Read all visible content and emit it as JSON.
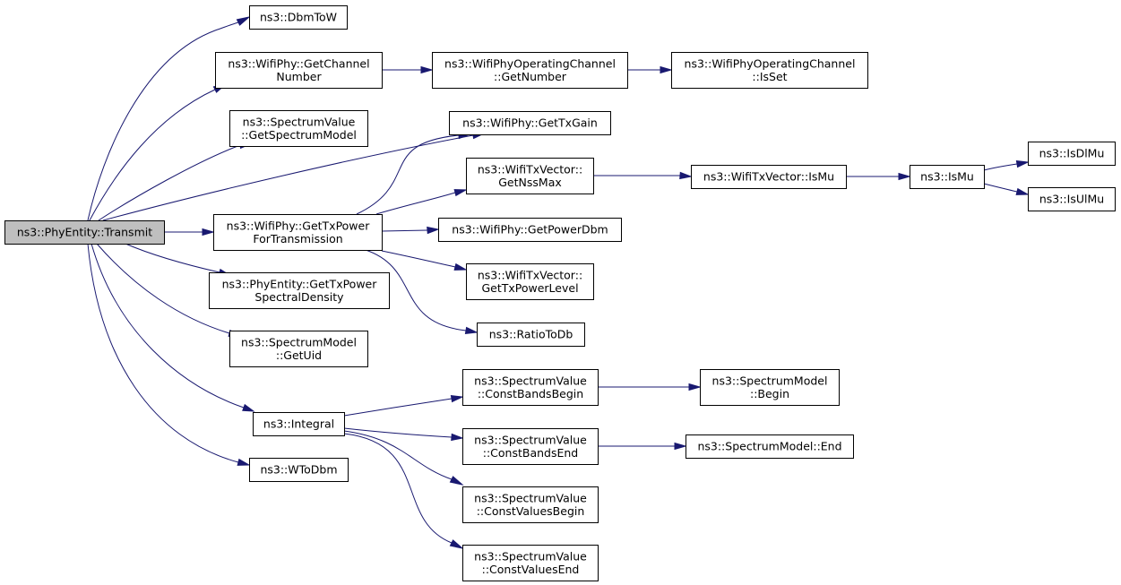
{
  "graph": {
    "edge_color": "#191970",
    "root_fill": "#bfbfbf",
    "nodes": [
      {
        "id": "transmit",
        "lines": [
          "ns3::PhyEntity::Transmit"
        ],
        "root": true
      },
      {
        "id": "dbmtow",
        "lines": [
          "ns3::DbmToW"
        ]
      },
      {
        "id": "getchannelnumber",
        "lines": [
          "ns3::WifiPhy::GetChannel",
          "Number"
        ]
      },
      {
        "id": "opch-getnumber",
        "lines": [
          "ns3::WifiPhyOperatingChannel",
          "::GetNumber"
        ]
      },
      {
        "id": "opch-isset",
        "lines": [
          "ns3::WifiPhyOperatingChannel",
          "::IsSet"
        ]
      },
      {
        "id": "getspectrummodel",
        "lines": [
          "ns3::SpectrumValue",
          "::GetSpectrumModel"
        ]
      },
      {
        "id": "gettxgain",
        "lines": [
          "ns3::WifiPhy::GetTxGain"
        ]
      },
      {
        "id": "getnssmax",
        "lines": [
          "ns3::WifiTxVector::",
          "GetNssMax"
        ]
      },
      {
        "id": "txvector-ismu",
        "lines": [
          "ns3::WifiTxVector::IsMu"
        ]
      },
      {
        "id": "ismu",
        "lines": [
          "ns3::IsMu"
        ]
      },
      {
        "id": "isdlmu",
        "lines": [
          "ns3::IsDlMu"
        ]
      },
      {
        "id": "isulmu",
        "lines": [
          "ns3::IsUlMu"
        ]
      },
      {
        "id": "gettxpowerfortx",
        "lines": [
          "ns3::WifiPhy::GetTxPower",
          "ForTransmission"
        ]
      },
      {
        "id": "getpowerdbm",
        "lines": [
          "ns3::WifiPhy::GetPowerDbm"
        ]
      },
      {
        "id": "gettxpowerlevel",
        "lines": [
          "ns3::WifiTxVector::",
          "GetTxPowerLevel"
        ]
      },
      {
        "id": "ratiotodb",
        "lines": [
          "ns3::RatioToDb"
        ]
      },
      {
        "id": "gettxpowerpsd",
        "lines": [
          "ns3::PhyEntity::GetTxPower",
          "SpectralDensity"
        ]
      },
      {
        "id": "getuid",
        "lines": [
          "ns3::SpectrumModel",
          "::GetUid"
        ]
      },
      {
        "id": "integral",
        "lines": [
          "ns3::Integral"
        ]
      },
      {
        "id": "constbandsbegin",
        "lines": [
          "ns3::SpectrumValue",
          "::ConstBandsBegin"
        ]
      },
      {
        "id": "sm-begin",
        "lines": [
          "ns3::SpectrumModel",
          "::Begin"
        ]
      },
      {
        "id": "constbandsend",
        "lines": [
          "ns3::SpectrumValue",
          "::ConstBandsEnd"
        ]
      },
      {
        "id": "sm-end",
        "lines": [
          "ns3::SpectrumModel::End"
        ]
      },
      {
        "id": "constvaluesbegin",
        "lines": [
          "ns3::SpectrumValue",
          "::ConstValuesBegin"
        ]
      },
      {
        "id": "constvaluesend",
        "lines": [
          "ns3::SpectrumValue",
          "::ConstValuesEnd"
        ]
      },
      {
        "id": "wtodbm",
        "lines": [
          "ns3::WToDbm"
        ]
      }
    ],
    "edges": [
      {
        "from": "transmit",
        "to": "dbmtow"
      },
      {
        "from": "transmit",
        "to": "getchannelnumber"
      },
      {
        "from": "transmit",
        "to": "getspectrummodel"
      },
      {
        "from": "transmit",
        "to": "gettxgain"
      },
      {
        "from": "transmit",
        "to": "gettxpowerfortx"
      },
      {
        "from": "transmit",
        "to": "gettxpowerpsd"
      },
      {
        "from": "transmit",
        "to": "getuid"
      },
      {
        "from": "transmit",
        "to": "integral"
      },
      {
        "from": "transmit",
        "to": "wtodbm"
      },
      {
        "from": "getchannelnumber",
        "to": "opch-getnumber"
      },
      {
        "from": "opch-getnumber",
        "to": "opch-isset"
      },
      {
        "from": "gettxpowerfortx",
        "to": "gettxgain"
      },
      {
        "from": "gettxpowerfortx",
        "to": "getnssmax"
      },
      {
        "from": "gettxpowerfortx",
        "to": "getpowerdbm"
      },
      {
        "from": "gettxpowerfortx",
        "to": "gettxpowerlevel"
      },
      {
        "from": "gettxpowerfortx",
        "to": "ratiotodb"
      },
      {
        "from": "getnssmax",
        "to": "txvector-ismu"
      },
      {
        "from": "txvector-ismu",
        "to": "ismu"
      },
      {
        "from": "ismu",
        "to": "isdlmu"
      },
      {
        "from": "ismu",
        "to": "isulmu"
      },
      {
        "from": "integral",
        "to": "constbandsbegin"
      },
      {
        "from": "integral",
        "to": "constbandsend"
      },
      {
        "from": "integral",
        "to": "constvaluesbegin"
      },
      {
        "from": "integral",
        "to": "constvaluesend"
      },
      {
        "from": "constbandsbegin",
        "to": "sm-begin"
      },
      {
        "from": "constbandsend",
        "to": "sm-end"
      }
    ]
  }
}
